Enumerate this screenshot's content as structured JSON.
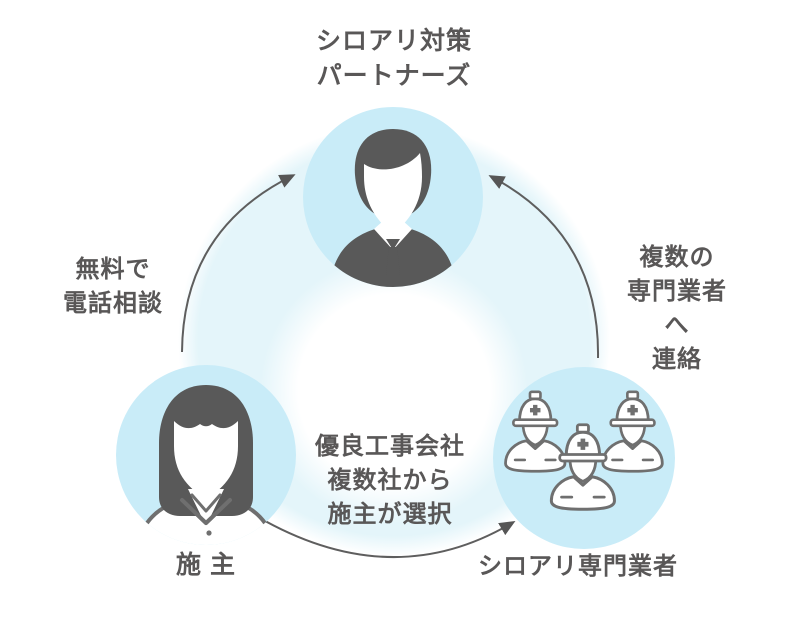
{
  "diagram": {
    "kind": "three-node cycle diagram",
    "nodes": {
      "partners": {
        "label": "シロアリ対策\nパートナーズ",
        "icon": "businessman-icon"
      },
      "owner": {
        "label": "施 主",
        "icon": "woman-icon"
      },
      "contractors": {
        "label": "シロアリ専門業者",
        "icon": "construction-workers-icon"
      }
    },
    "edges": {
      "owner_to_partners": {
        "label": "無料で\n電話相談",
        "from": "施 主",
        "to": "シロアリ対策パートナーズ"
      },
      "contractors_to_partners": {
        "label": "複数の\n専門業者へ\n連絡",
        "from": "シロアリ専門業者",
        "to": "シロアリ対策パートナーズ"
      },
      "owner_to_contractors": {
        "label": "優良工事会社\n複数社から\n施主が選択",
        "from": "施 主",
        "to": "シロアリ専門業者"
      }
    },
    "colors": {
      "background": "#ffffff",
      "node_circle_fill": "#c9ecf8",
      "cycle_ring_fill": "#e4f5fa",
      "text": "#595757",
      "icon_dark": "#595959",
      "icon_outline": "#6f6f6f",
      "arrow": "#5e5e5e"
    }
  }
}
